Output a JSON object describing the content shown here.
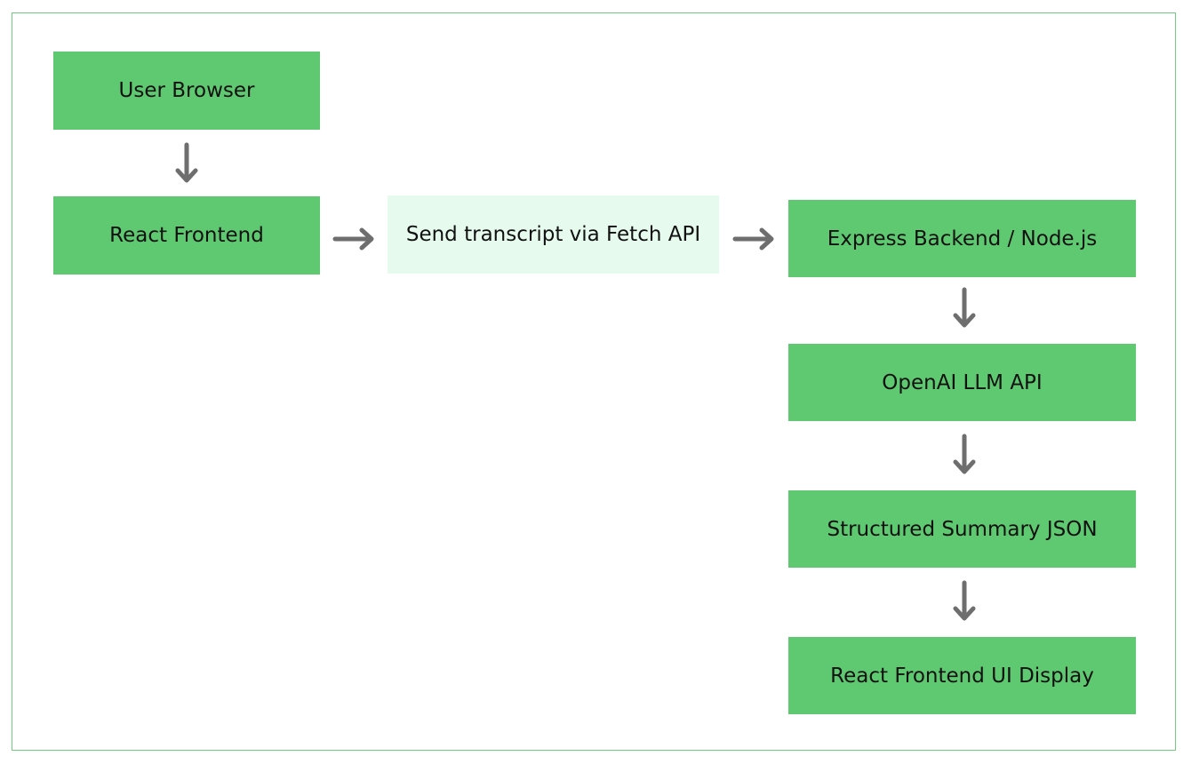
{
  "colors": {
    "node_fill": "#5fc972",
    "node_light_fill": "#e6fbee",
    "arrow": "#6e6e6e",
    "frame_border": "#6fcf7f"
  },
  "nodes": {
    "user_browser": "User Browser",
    "react_frontend": "React Frontend",
    "send_transcript": "Send transcript via Fetch API",
    "express_backend": "Express Backend / Node.js",
    "openai_llm": "OpenAI LLM API",
    "structured_summary": "Structured Summary JSON",
    "react_frontend_ui": "React Frontend UI Display"
  },
  "arrow_icon": "arrow-icon"
}
